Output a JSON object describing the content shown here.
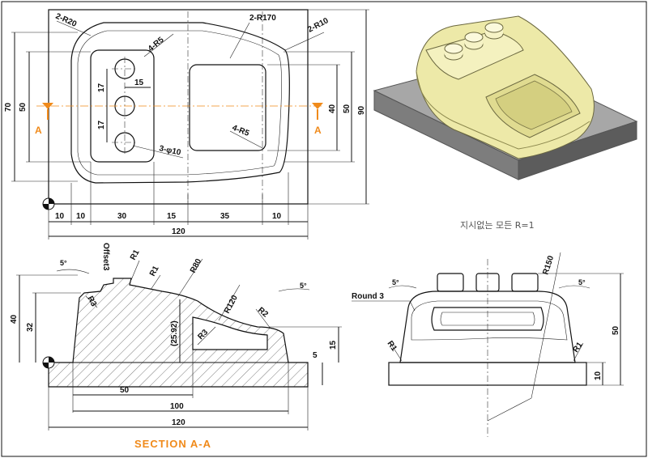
{
  "top_view": {
    "dims": {
      "r20": "2-R20",
      "r5_holes": "4-R5",
      "r170": "2-R170",
      "r10": "2-R10",
      "r5_pocket": "4-R5",
      "holes": "3-φ10",
      "v70": "70",
      "v50_left": "50",
      "v17_a": "17",
      "v17_b": "17",
      "h15_hole": "15",
      "v40": "40",
      "v50_right": "50",
      "v90": "90",
      "b10_a": "10",
      "b10_b": "10",
      "b30": "30",
      "b15": "15",
      "b35": "35",
      "b10_c": "10",
      "total120": "120"
    },
    "section_mark": "A"
  },
  "section_view": {
    "title": "SECTION A-A",
    "dims": {
      "ang5_left": "5°",
      "offset": "Offset3",
      "r1_a": "R1",
      "r1_b": "R1",
      "r80": "R80",
      "r3_a": "R3",
      "r120": "R120",
      "r2": "R2",
      "ang5_right": "5°",
      "h40": "40",
      "h32": "32",
      "ref2592": "(25.92)",
      "r3_b": "R3",
      "h5": "5",
      "h15": "15",
      "w50": "50",
      "w100": "100",
      "w120": "120"
    }
  },
  "front_view": {
    "dims": {
      "ang5_left": "5°",
      "r150": "R150",
      "ang5_right": "5°",
      "round3": "Round 3",
      "r1_left": "R1",
      "r1_right": "R1",
      "h50": "50",
      "h10": "10"
    }
  },
  "iso_view": {
    "note": "지시없는 모든 R=1"
  }
}
